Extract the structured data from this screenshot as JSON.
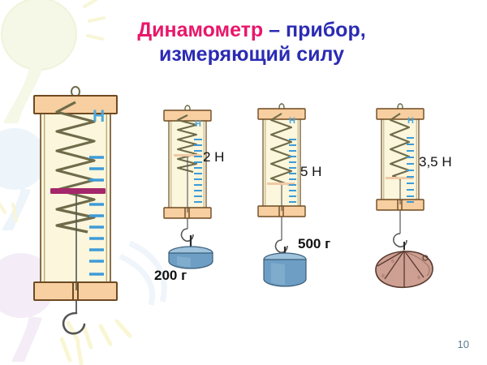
{
  "slide": {
    "page_number": "10",
    "background_color": "#ffffff"
  },
  "title": {
    "highlight_word": "Динамометр",
    "rest_line1": " – прибор,",
    "line2": "измеряющий силу",
    "highlight_color": "#E8176A",
    "body_color": "#2B2BB5"
  },
  "colors": {
    "frame_wood": "#F7CFA0",
    "frame_wood_border": "#6E4A22",
    "body_cream": "#FBF6DC",
    "spring": "#6E6B4A",
    "scale_tick": "#3E9BD8",
    "pointer_magenta": "#A5276B",
    "pointer_peach": "#EFC9A6",
    "weight_blue": "#6E9EC4",
    "weight_blue_dark": "#4B7EA6",
    "rock_brown": "#CDA093",
    "page_number_color": "#5A7A93",
    "string": "#555555"
  },
  "devices": [
    {
      "id": "dynamometer-large",
      "unit_label": "Н",
      "force_label": "",
      "load_label": "",
      "load_type": "none",
      "scale_ticks": 10,
      "pointer_color": "#A5276B",
      "pointer_position_pct": 41
    },
    {
      "id": "dynamometer-2n",
      "unit_label": "Н",
      "force_label": "2 Н",
      "load_label": "200 г",
      "load_type": "disc-weight",
      "scale_ticks": 12,
      "pointer_color": "#EFC9A6",
      "pointer_position_pct": 48
    },
    {
      "id": "dynamometer-5n",
      "unit_label": "Н",
      "force_label": "5 Н",
      "load_label": "500 г",
      "load_type": "cylinder-weight",
      "scale_ticks": 12,
      "pointer_color": "#EFC9A6",
      "pointer_position_pct": 72
    },
    {
      "id": "dynamometer-35n",
      "unit_label": "Н",
      "force_label": "3,5 Н",
      "load_label": "",
      "load_type": "rock",
      "scale_ticks": 11,
      "pointer_color": "#EFC9A6",
      "pointer_position_pct": 67
    }
  ]
}
